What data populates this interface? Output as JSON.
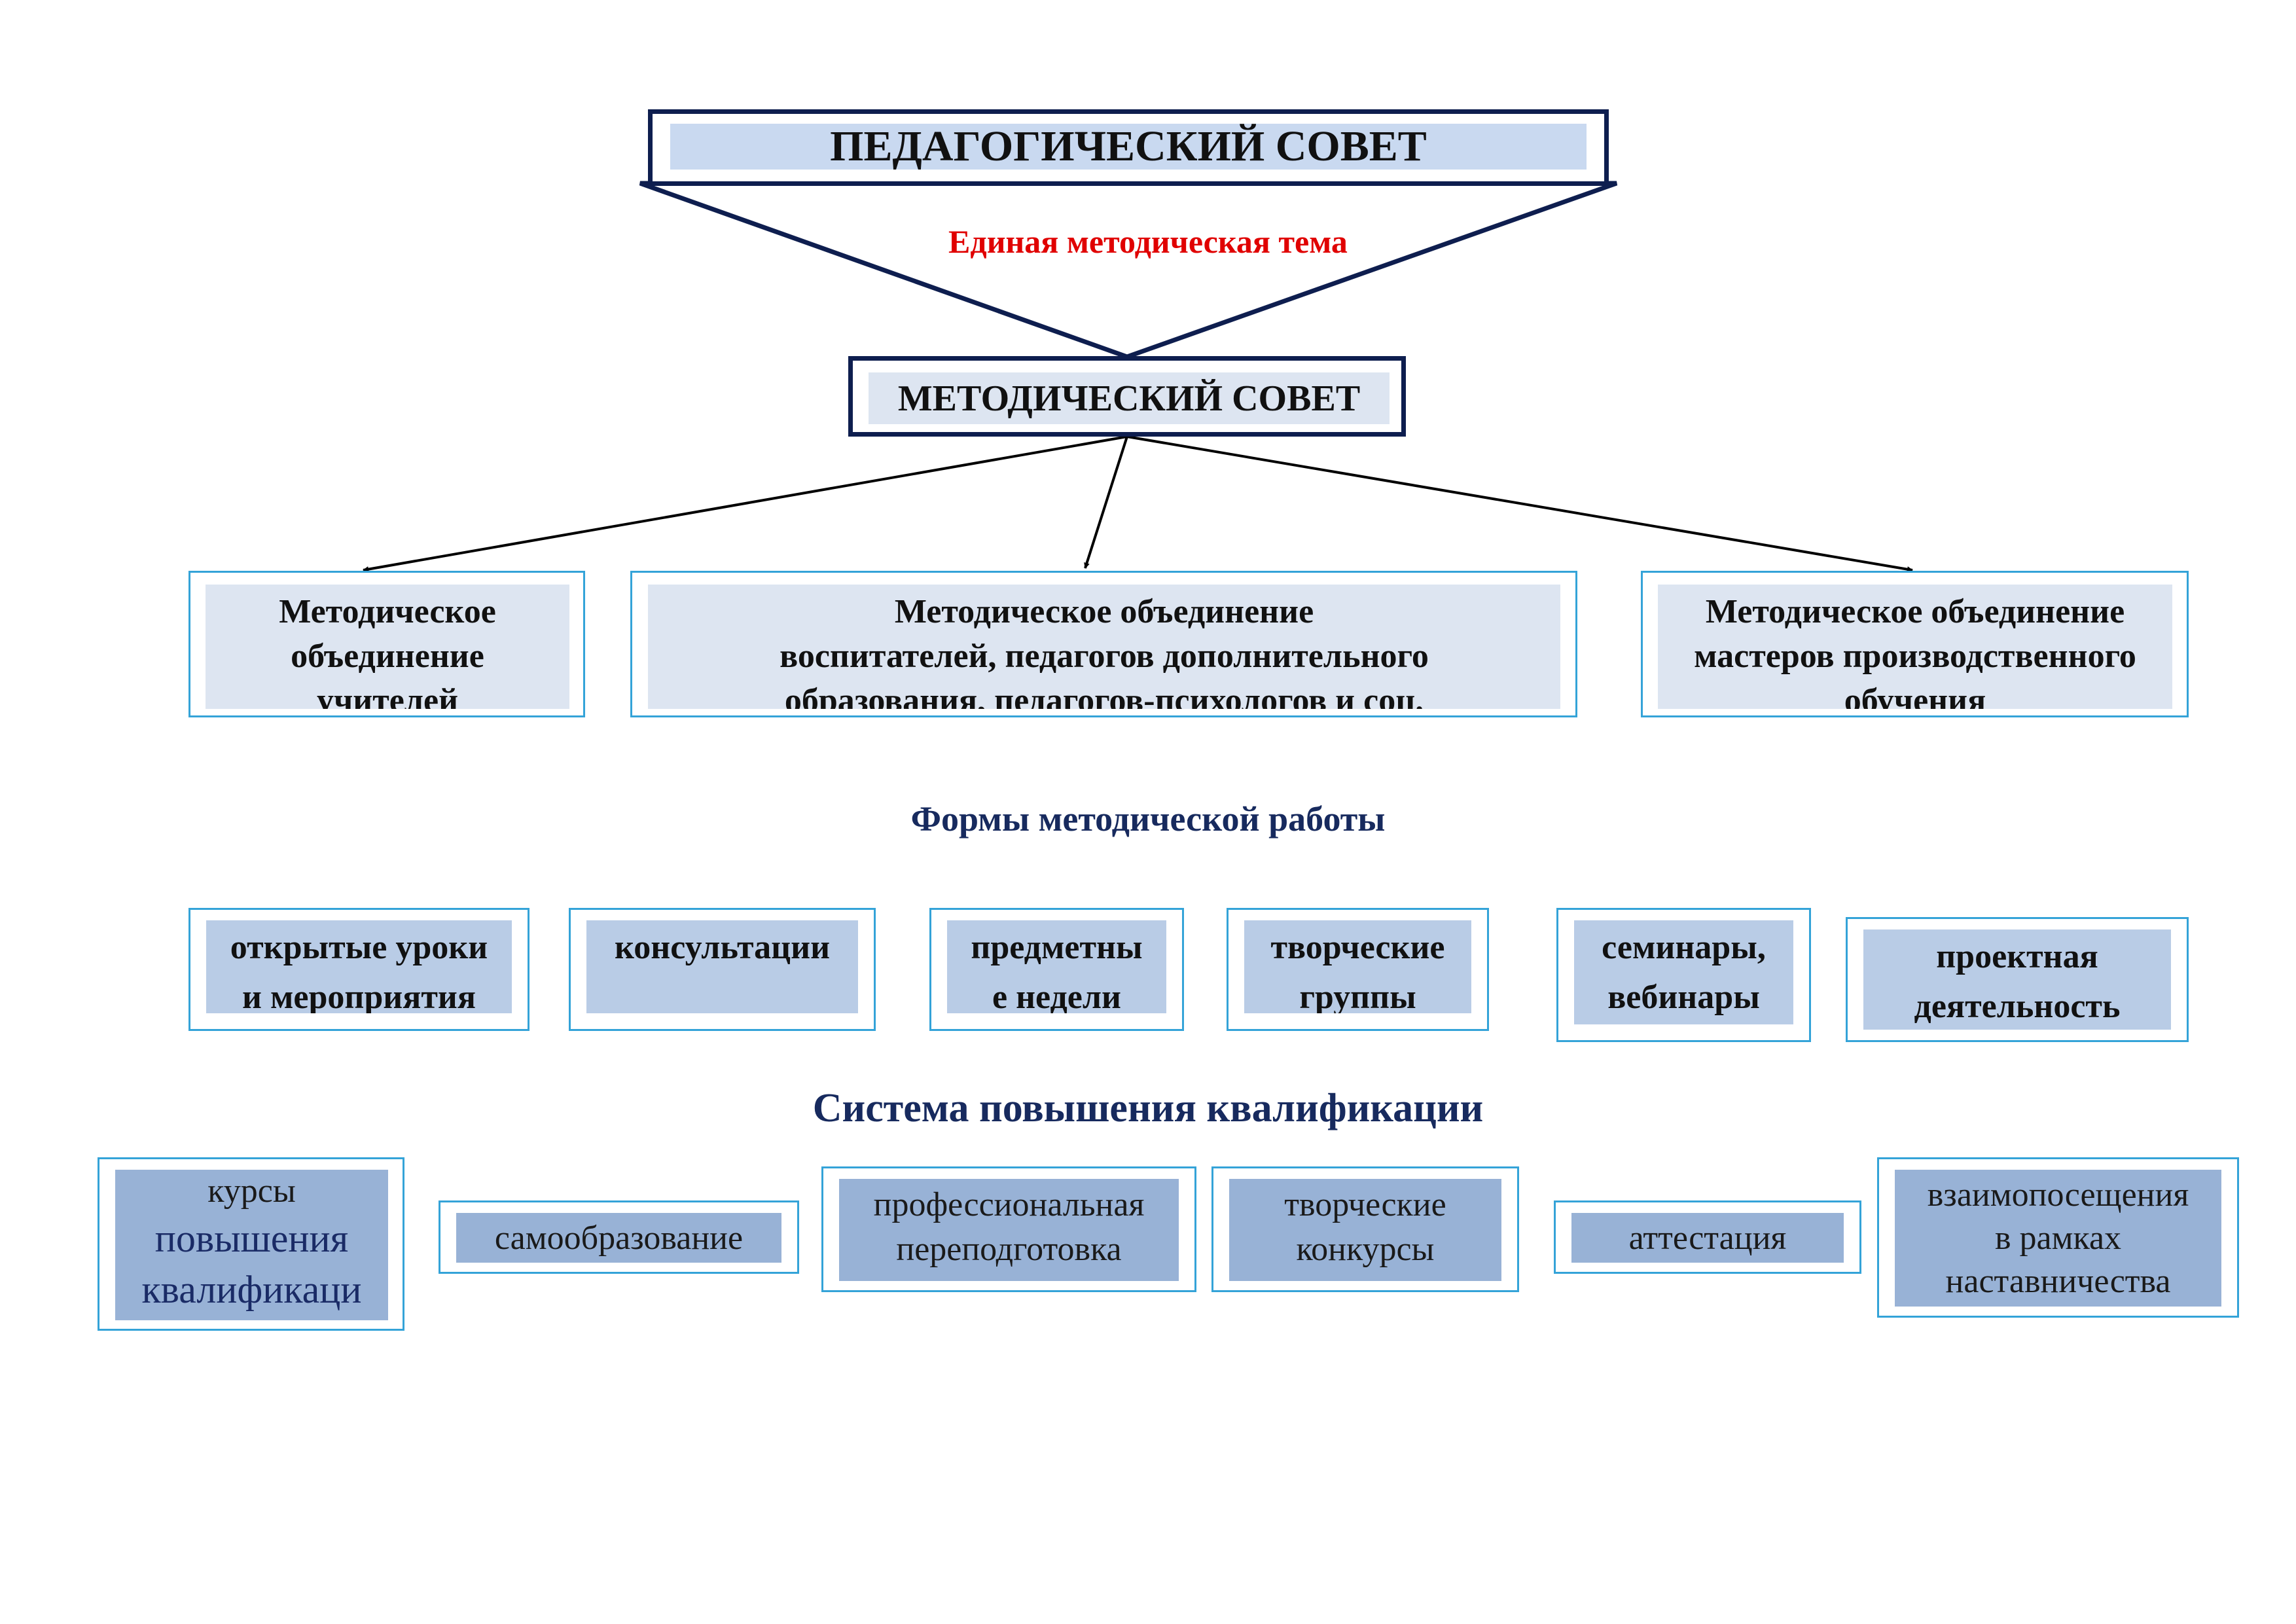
{
  "ped_council": {
    "title": "ПЕДАГОГИЧЕСКИЙ СОВЕТ"
  },
  "methodical_theme": "Единая методическая тема",
  "method_council": {
    "title": "МЕТОДИЧЕСКИЙ СОВЕТ"
  },
  "associations": [
    {
      "lines": [
        "Методическое",
        "объединение",
        "учителей"
      ]
    },
    {
      "lines": [
        "Методическое объединение",
        "воспитателей, педагогов дополнительного",
        "образования, педагогов-психологов и соц."
      ]
    },
    {
      "lines": [
        "Методическое объединение",
        "мастеров производственного",
        "обучения"
      ]
    }
  ],
  "forms_heading": "Формы методической работы",
  "forms": [
    {
      "lines": [
        "открытые уроки",
        "и мероприятия"
      ]
    },
    {
      "lines": [
        "консультации"
      ]
    },
    {
      "lines": [
        "предметны",
        "е недели"
      ]
    },
    {
      "lines": [
        "творческие",
        "группы"
      ]
    },
    {
      "lines": [
        "семинары,",
        "вебинары"
      ]
    },
    {
      "lines": [
        "проектная",
        "деятельность"
      ]
    }
  ],
  "qualification_heading": "Система повышения квалификации",
  "qualification": [
    {
      "lines": [
        "курсы",
        "повышения",
        "квалификаци"
      ]
    },
    {
      "lines": [
        "самообразование"
      ]
    },
    {
      "lines": [
        "профессиональная",
        "переподготовка"
      ]
    },
    {
      "lines": [
        "творческие",
        "конкурсы"
      ]
    },
    {
      "lines": [
        "аттестация"
      ]
    },
    {
      "lines": [
        "взаимопосещения",
        "в рамках",
        "наставничества"
      ]
    }
  ],
  "colors": {
    "navy": "#0e1e4f",
    "heading": "#172a5e",
    "theme_red": "#e00000",
    "cyan_border": "#34a3d8",
    "fill_pale": "#c9d9f0",
    "fill_light": "#dde5f1",
    "fill_blue": "#b9cce6",
    "fill_steel": "#98b2d6"
  }
}
